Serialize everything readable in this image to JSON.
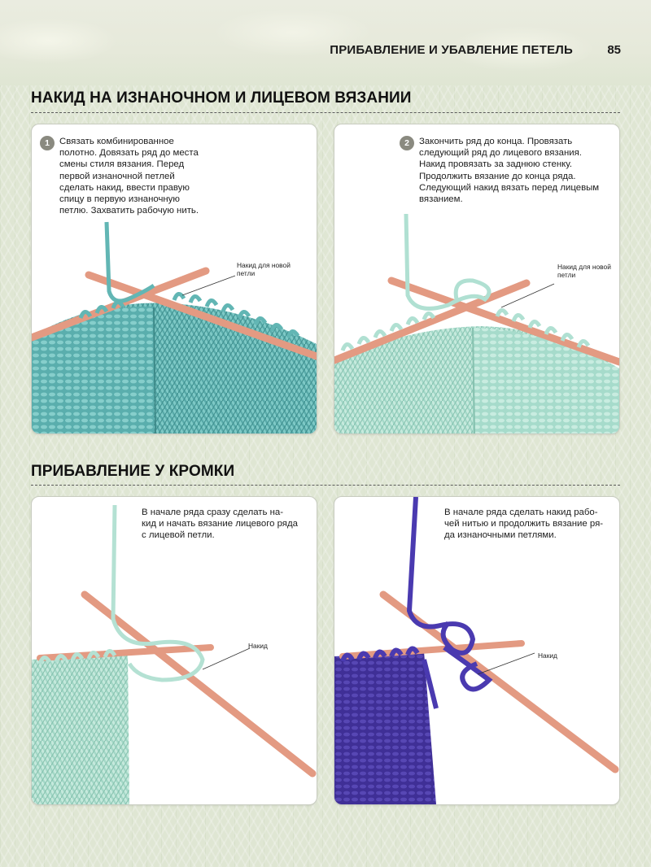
{
  "header": {
    "running_head": "ПРИБАВЛЕНИЕ И УБАВЛЕНИЕ ПЕТЕЛЬ",
    "page_number": "85"
  },
  "sections": [
    {
      "title": "НАКИД НА ИЗНАНОЧНОМ И ЛИЦЕВОМ ВЯЗАНИИ",
      "panels": [
        {
          "step": "1",
          "caption": "Связать комбинированное\nполотно. Довязать ряд до места\nсмены стиля вязания. Перед\nпервой изнаночной петлей\nсделать накид, ввести правую\nспицу в первую изнаночную\nпетлю. Захватить рабочую нить.",
          "label": "Накид для новой\nпетли"
        },
        {
          "step": "2",
          "caption": "Закончить ряд до конца. Провязать\nследующий ряд до лицевого вязания.\nНакид провязать за заднюю стенку.\nПродолжить вязание до конца ряда.\nСледующий накид вязать перед лицевым\nвязанием.",
          "label": "Накид для новой\nпетли"
        }
      ]
    },
    {
      "title": "ПРИБАВЛЕНИЕ У КРОМКИ",
      "panels": [
        {
          "caption": "В начале ряда сразу сделать на-\nкид и начать вязание лицевого ряда\nс лицевой петли.",
          "label": "Накид"
        },
        {
          "caption": "В начале ряда сделать накид рабо-\nчей нитью и продолжить вязание ря-\nда изнаночными петлями.",
          "label": "Накид"
        }
      ]
    }
  ],
  "colors": {
    "yarn_teal": "#5fb1b0",
    "yarn_mint": "#a9dccd",
    "yarn_purple": "#4535a0",
    "needle": "#e39a82"
  }
}
